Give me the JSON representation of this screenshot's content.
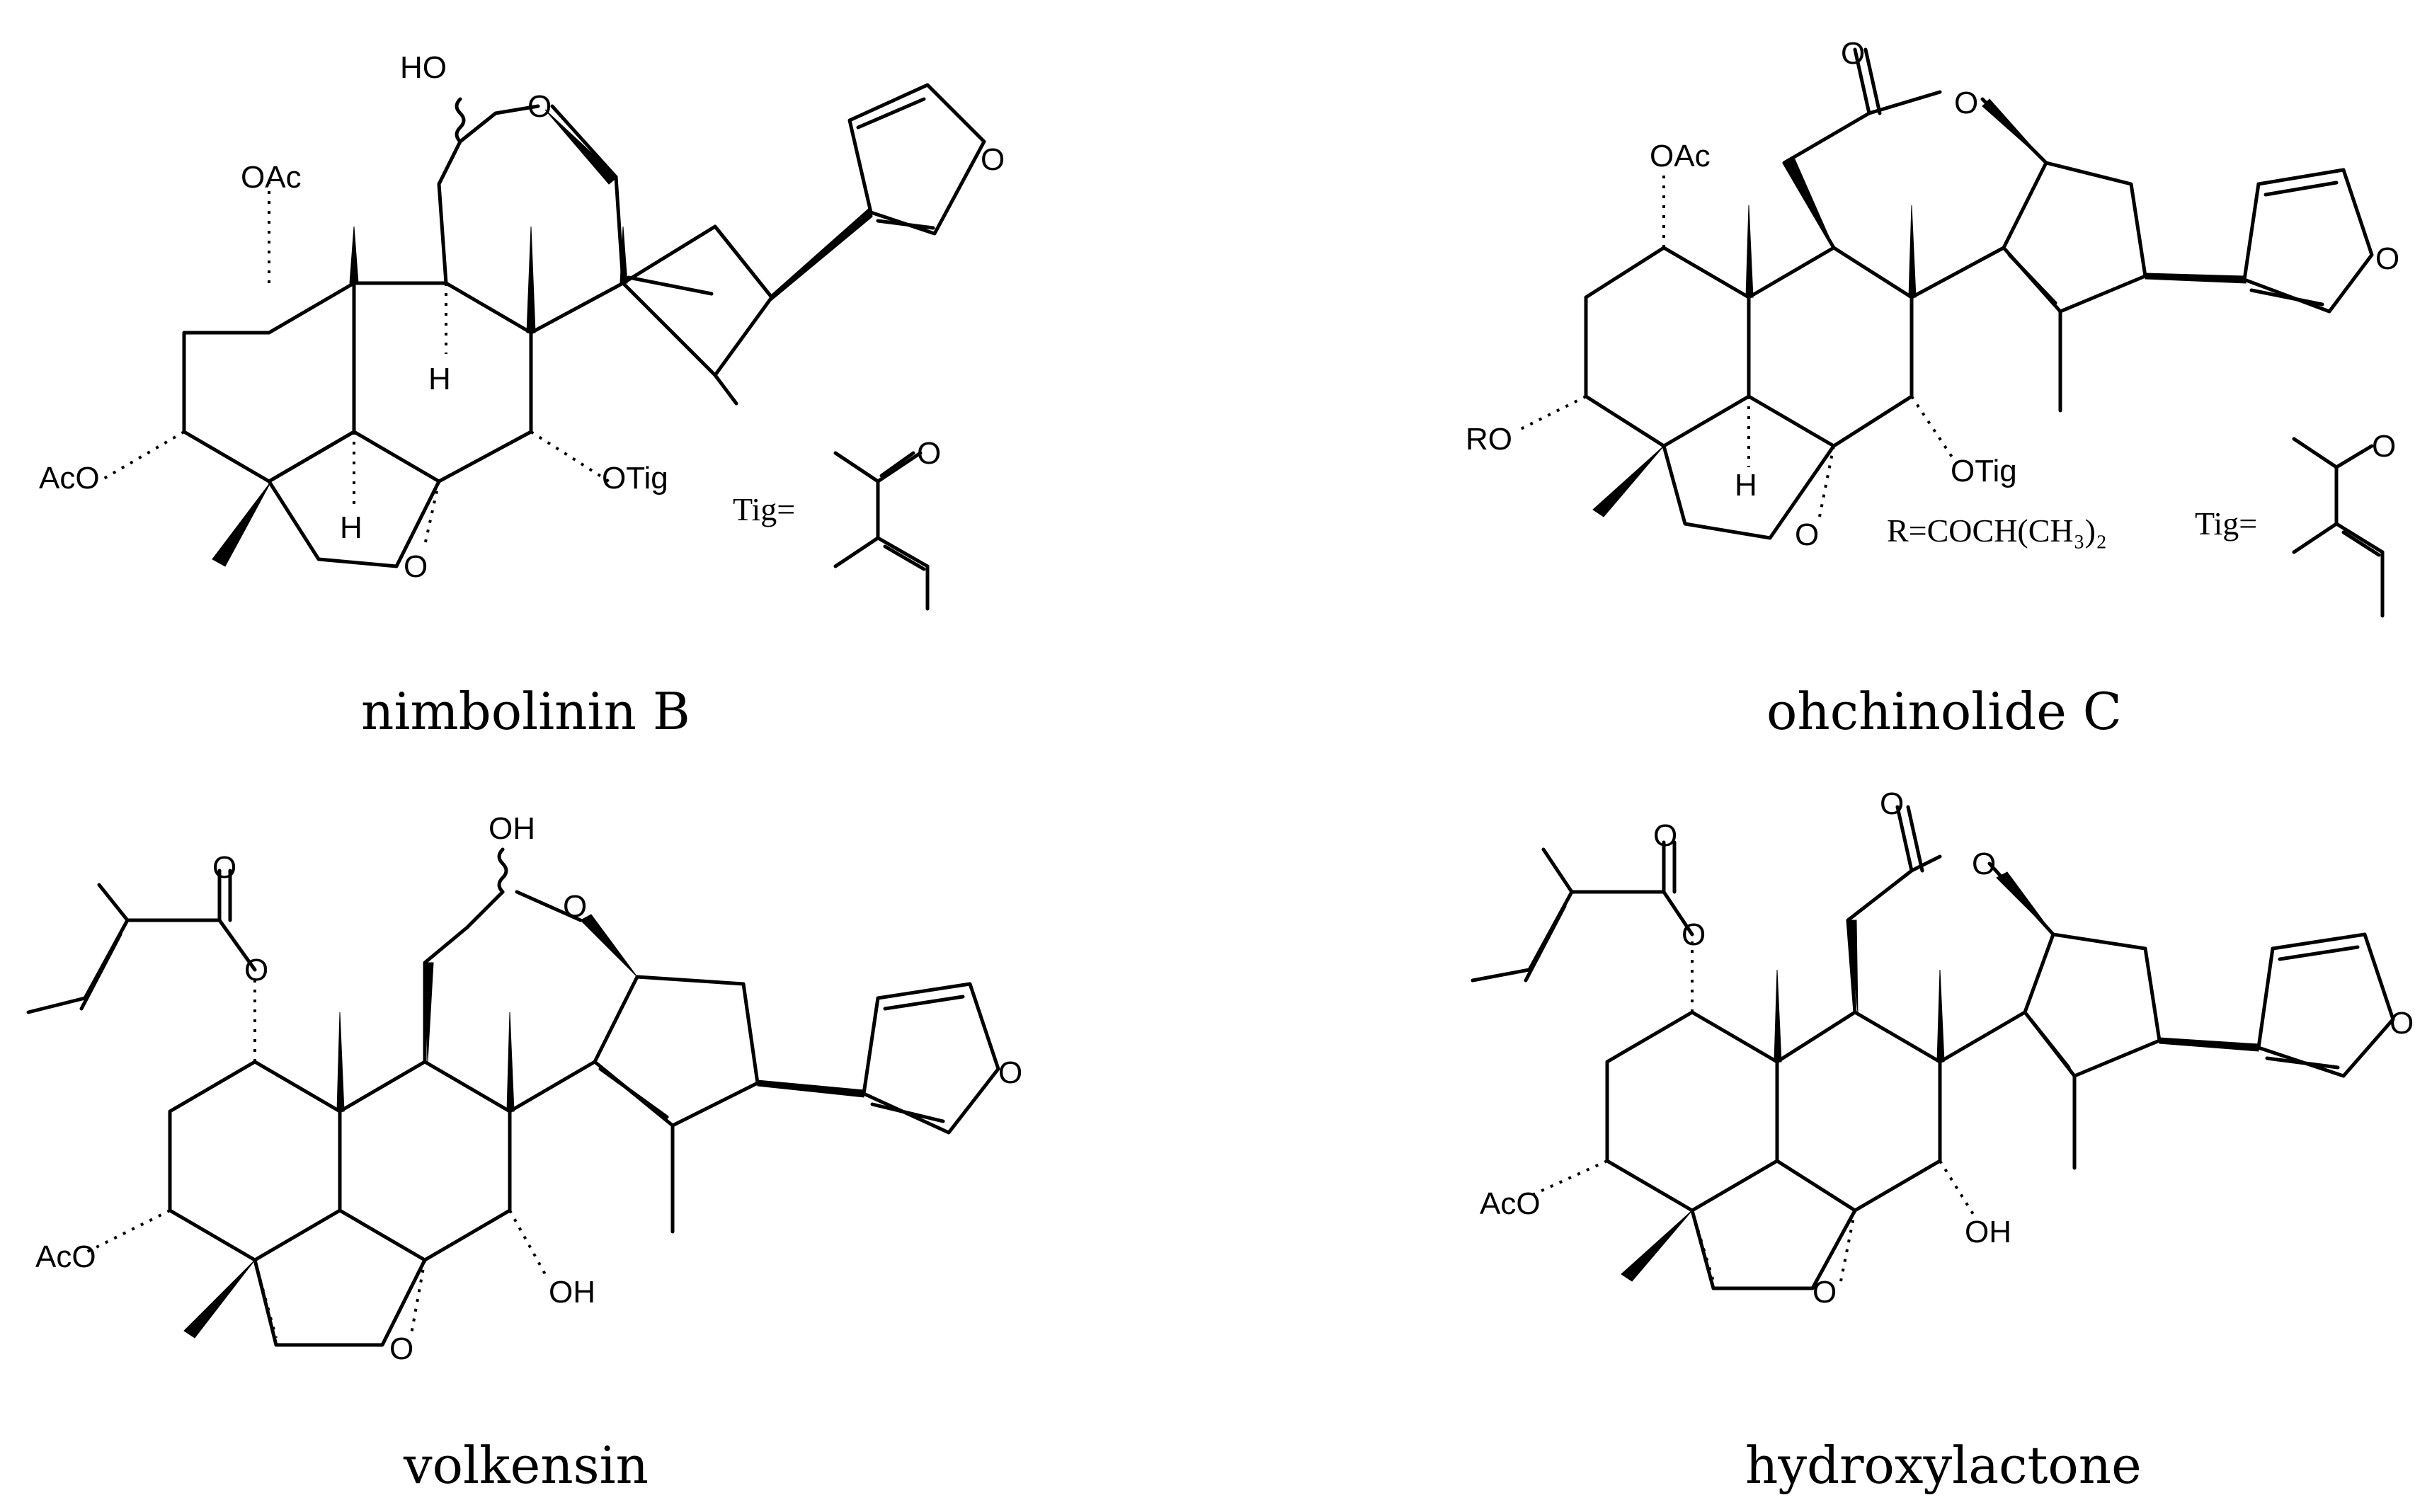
{
  "compounds": [
    {
      "name": "nimbolinin B",
      "labels": {
        "ho": "HO",
        "oac": "OAc",
        "aco": "AcO",
        "h1": "H",
        "h2": "H",
        "otig": "OTig",
        "o_bridge": "O",
        "o_ring": "O",
        "o_furan": "O",
        "tig": "Tig=",
        "tig_o": "O"
      }
    },
    {
      "name": "ohchinolide C",
      "labels": {
        "o_carbonyl": "O",
        "o_ring": "O",
        "oac": "OAc",
        "ro": "RO",
        "h": "H",
        "otig": "OTig",
        "o_bridge": "O",
        "o_furan": "O",
        "r_def": "R=COCH(CH₃)₂",
        "tig": "Tig=",
        "tig_o": "O"
      }
    },
    {
      "name": "volkensin",
      "labels": {
        "oh_top": "OH",
        "o_ring": "O",
        "o_ester": "O",
        "o_carbonyl": "O",
        "aco": "AcO",
        "oh": "OH",
        "o_bridge": "O",
        "o_furan": "O"
      }
    },
    {
      "name": "hydroxylactone",
      "labels": {
        "o_carbonyl": "O",
        "o_ring": "O",
        "o_ester": "O",
        "o_ester_carbonyl": "O",
        "aco": "AcO",
        "oh": "OH",
        "o_bridge": "O",
        "o_furan": "O"
      }
    }
  ]
}
